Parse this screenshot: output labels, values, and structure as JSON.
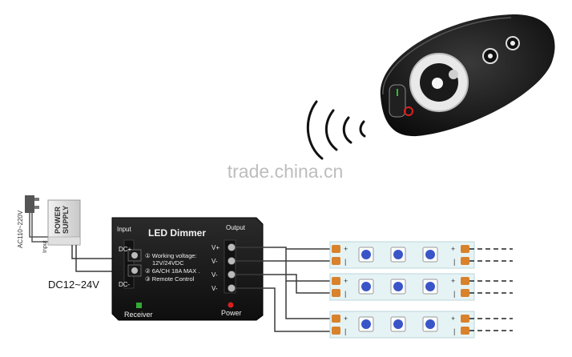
{
  "watermark": "trade.china.cn",
  "plug": {
    "label": "AC110~220V"
  },
  "power_supply": {
    "label_line1": "POWER",
    "label_line2": "SUPPLY",
    "terminal_label": "Input"
  },
  "input_voltage_label": "DC12~24V",
  "dimmer": {
    "title": "LED Dimmer",
    "input_label": "Input",
    "output_label": "Output",
    "dc_plus": "DC+",
    "dc_minus": "DC-",
    "spec1": "① Working voltage:",
    "spec1b": "12V/24VDC",
    "spec2": "② 6A/CH  18A MAX .",
    "spec3": "③ Remote Control",
    "receiver_label": "Receiver",
    "power_label": "Power",
    "outputs": [
      "V+",
      "V-",
      "V-",
      "V-"
    ]
  },
  "strips": [
    {
      "plus": "+",
      "minus": "|"
    },
    {
      "plus": "+",
      "minus": "|"
    },
    {
      "plus": "+",
      "minus": "|"
    }
  ],
  "colors": {
    "device_body": "#1c1c1c",
    "wire": "#3a3a3a",
    "strip_bg": "#e6f3f5",
    "led_blue": "#3a55c8",
    "pad_orange": "#d9822b",
    "remote_ring": "#d8d8d8",
    "power_red": "#d62020",
    "receiver_green": "#33aa33"
  },
  "icons": [
    "remote-control-icon",
    "wireless-signal-icon",
    "power-plug-icon"
  ]
}
